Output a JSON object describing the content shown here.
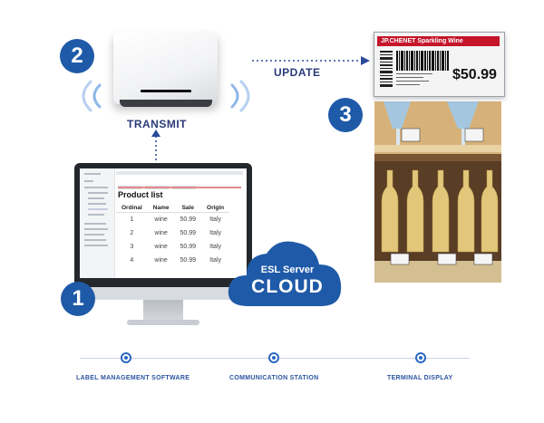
{
  "steps": {
    "one": {
      "number": "1"
    },
    "two": {
      "number": "2",
      "caption": "TRANSMIT"
    },
    "three": {
      "number": "3"
    }
  },
  "update_label": "UPDATE",
  "cloud": {
    "line1": "ESL Server",
    "line2": "CLOUD"
  },
  "screen": {
    "title": "Product list",
    "columns": [
      "Ordinal",
      "Name",
      "Sale",
      "Origin"
    ],
    "rows": [
      [
        "1",
        "wine",
        "50.99",
        "Italy"
      ],
      [
        "2",
        "wine",
        "50.99",
        "Italy"
      ],
      [
        "3",
        "wine",
        "50.99",
        "Italy"
      ],
      [
        "4",
        "wine",
        "50.99",
        "Italy"
      ]
    ]
  },
  "esl": {
    "header": "JP.CHENET  Sparkling Wine",
    "price": "$50.99"
  },
  "timeline": {
    "labels": [
      "LABEL MANAGEMENT SOFTWARE",
      "COMMUNICATION STATION",
      "TERMINAL DISPLAY"
    ]
  },
  "colors": {
    "primary_blue": "#1f5aa8",
    "esl_red": "#c4152a",
    "timeline_blue": "#2a66c0"
  }
}
